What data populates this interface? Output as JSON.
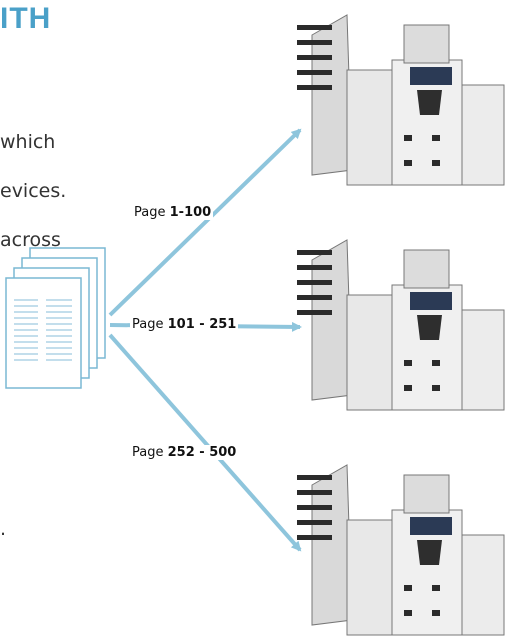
{
  "text": {
    "heading": "ITH",
    "lines": [
      "which",
      "evices.",
      "across"
    ],
    "fragment": "."
  },
  "labels": [
    {
      "prefix": "Page",
      "range": "1-100"
    },
    {
      "prefix": "Page",
      "range": "101 - 251"
    },
    {
      "prefix": "Page",
      "range": "252 - 500"
    }
  ],
  "colors": {
    "accent": "#4aa0c8",
    "arrow": "#8ec5dc",
    "document_outline": "#7ab8d4"
  },
  "icons": {
    "document": "document-stack-icon",
    "printer": "multifunction-printer-icon"
  }
}
